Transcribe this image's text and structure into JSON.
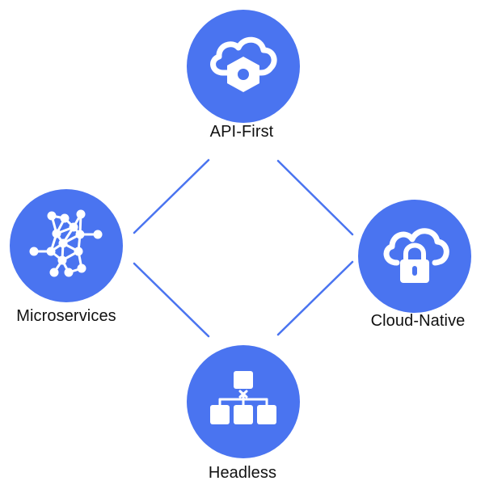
{
  "colors": {
    "accent": "#4a74f0",
    "line": "#4a74f0",
    "icon": "#ffffff",
    "text": "#111111"
  },
  "nodes": {
    "api_first": {
      "label": "API-First",
      "icon": "cloud-hexagon-nut-icon"
    },
    "microservices": {
      "label": "Microservices",
      "icon": "network-mesh-icon"
    },
    "cloud_native": {
      "label": "Cloud-Native",
      "icon": "cloud-lock-icon"
    },
    "headless": {
      "label": "Headless",
      "icon": "hierarchy-blocks-icon"
    }
  }
}
